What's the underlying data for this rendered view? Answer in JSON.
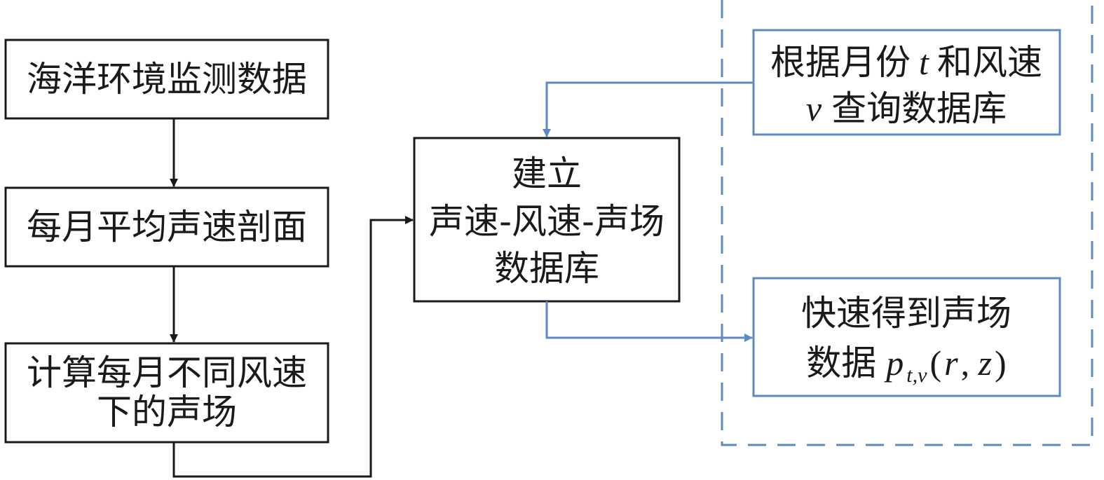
{
  "nodes": {
    "ocean_data": {
      "text": "海洋环境监测数据"
    },
    "monthly_profile": {
      "text": "每月平均声速剖面"
    },
    "compute_field": {
      "line1": "计算每月不同风速",
      "line2": "下的声场"
    },
    "build_db": {
      "line1": "建立",
      "line2": "声速-风速-声场",
      "line3": "数据库"
    },
    "query_db": {
      "line1_a": "根据月份",
      "var_t": "t",
      "line1_b": "和风速",
      "var_v": "v",
      "line2_b": "查询数据库"
    },
    "fast_result": {
      "line1": "快速得到声场",
      "line2_a": "数据",
      "p": "p",
      "p_sub": "t,v",
      "args_open": "(",
      "arg_r": "r",
      "comma": ", ",
      "arg_z": "z",
      "args_close": ")"
    }
  },
  "colors": {
    "black": "#1a1a1a",
    "blue": "#5b8ac4"
  }
}
